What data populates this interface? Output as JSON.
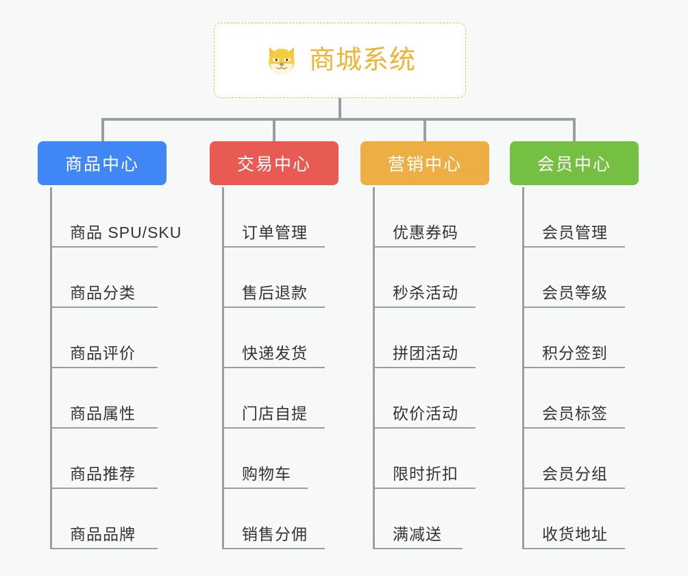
{
  "root": {
    "title": "商城系统",
    "icon": "shiba-dog-icon",
    "border_color": "#e8b75a",
    "text_color": "#f0b433",
    "background": "#ffffff"
  },
  "canvas": {
    "background": "#f7f8f8",
    "connector_color": "#9b9ea1"
  },
  "columns": [
    {
      "header": "商品中心",
      "color": "#4086f4",
      "items": [
        "商品 SPU/SKU",
        "商品分类",
        "商品评价",
        "商品属性",
        "商品推荐",
        "商品品牌"
      ]
    },
    {
      "header": "交易中心",
      "color": "#e85b55",
      "items": [
        "订单管理",
        "售后退款",
        "快递发货",
        "门店自提",
        "购物车",
        "销售分佣"
      ]
    },
    {
      "header": "营销中心",
      "color": "#edae43",
      "items": [
        "优惠券码",
        "秒杀活动",
        "拼团活动",
        "砍价活动",
        "限时折扣",
        "满减送"
      ]
    },
    {
      "header": "会员中心",
      "color": "#75bf42",
      "items": [
        "会员管理",
        "会员等级",
        "积分签到",
        "会员标签",
        "会员分组",
        "收货地址"
      ]
    }
  ]
}
